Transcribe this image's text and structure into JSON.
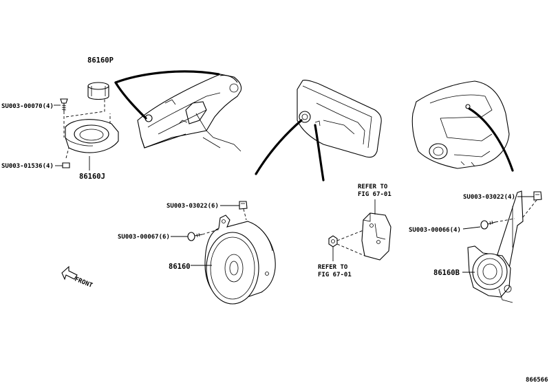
{
  "labels": {
    "p86160P": "86160P",
    "su70": "SU003-00070(4)",
    "su1536": "SU003-01536(4)",
    "p86160J": "86160J",
    "su3022a": "SU003-03022(6)",
    "su67": "SU003-00067(6)",
    "p86160": "86160",
    "front": "FRONT",
    "refer1a": "REFER TO",
    "refer1b": "FIG 67-01",
    "refer2a": "REFER TO",
    "refer2b": "FIG 67-01",
    "su3022b": "SU003-03022(4)",
    "su66": "SU003-00066(4)",
    "p86160B": "86160B",
    "figno": "866566"
  }
}
